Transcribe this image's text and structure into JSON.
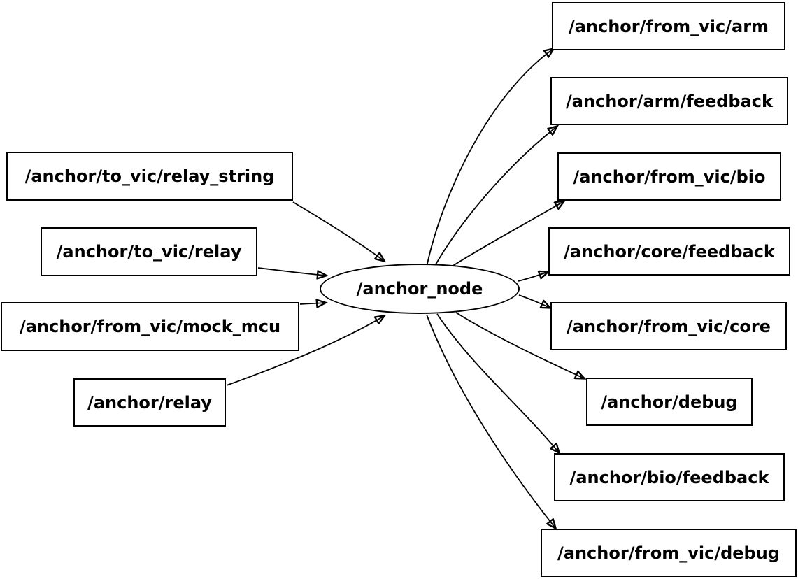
{
  "graph": {
    "center_node": "/anchor_node",
    "input_topics": [
      "/anchor/to_vic/relay_string",
      "/anchor/to_vic/relay",
      "/anchor/from_vic/mock_mcu",
      "/anchor/relay"
    ],
    "output_topics": [
      "/anchor/from_vic/arm",
      "/anchor/arm/feedback",
      "/anchor/from_vic/bio",
      "/anchor/core/feedback",
      "/anchor/from_vic/core",
      "/anchor/debug",
      "/anchor/bio/feedback",
      "/anchor/from_vic/debug"
    ],
    "edges": [
      {
        "from": "/anchor/to_vic/relay_string",
        "to": "/anchor_node"
      },
      {
        "from": "/anchor/to_vic/relay",
        "to": "/anchor_node"
      },
      {
        "from": "/anchor/from_vic/mock_mcu",
        "to": "/anchor_node"
      },
      {
        "from": "/anchor/relay",
        "to": "/anchor_node"
      },
      {
        "from": "/anchor_node",
        "to": "/anchor/from_vic/arm"
      },
      {
        "from": "/anchor_node",
        "to": "/anchor/arm/feedback"
      },
      {
        "from": "/anchor_node",
        "to": "/anchor/from_vic/bio"
      },
      {
        "from": "/anchor_node",
        "to": "/anchor/core/feedback"
      },
      {
        "from": "/anchor_node",
        "to": "/anchor/from_vic/core"
      },
      {
        "from": "/anchor_node",
        "to": "/anchor/debug"
      },
      {
        "from": "/anchor_node",
        "to": "/anchor/bio/feedback"
      },
      {
        "from": "/anchor_node",
        "to": "/anchor/from_vic/debug"
      }
    ],
    "colors": {
      "stroke": "#000000",
      "node_fill": "#ffffff",
      "text": "#000000",
      "background": "#ffffff"
    }
  }
}
